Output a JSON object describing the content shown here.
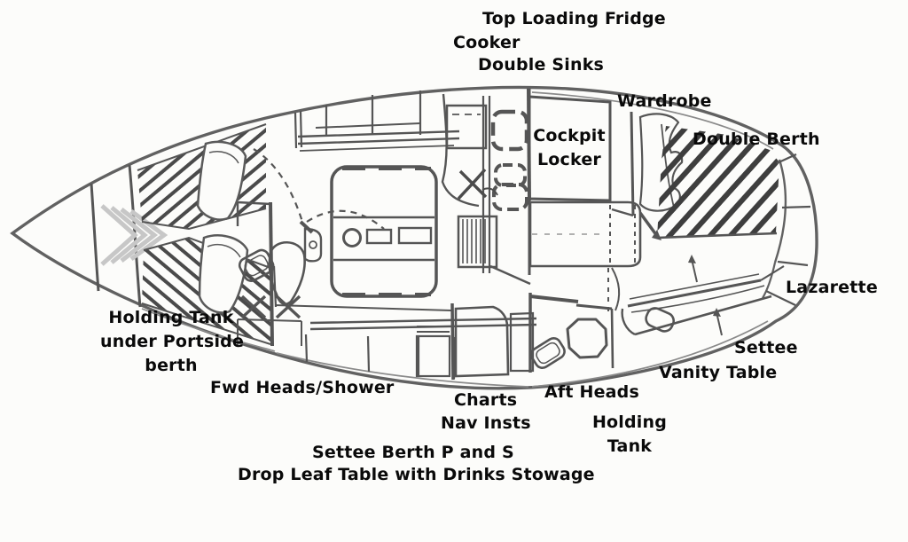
{
  "diagram": {
    "type": "boat-interior-floor-plan",
    "subject": "Sailboat accommodation layout, bow at left and stern at right"
  },
  "colors": {
    "background": "#fcfcfa",
    "line": "#5c5c5c",
    "line_dark": "#3e3e3e",
    "hatch_light": "#c7c7c7",
    "text": "#0a0a0a"
  },
  "labels": {
    "top_loading_fridge": "Top Loading Fridge",
    "cooker": "Cooker",
    "double_sinks": "Double Sinks",
    "wardrobe": "Wardrobe",
    "cockpit_locker_line1": "Cockpit",
    "cockpit_locker_line2": "Locker",
    "double_berth": "Double Berth",
    "lazarette": "Lazarette",
    "settee_aft": "Settee",
    "vanity_table": "Vanity Table",
    "aft_heads": "Aft Heads",
    "holding_tank_aft_line1": "Holding",
    "holding_tank_aft_line2": "Tank",
    "charts": "Charts",
    "nav_insts": "Nav Insts",
    "fwd_heads_shower": "Fwd Heads/Shower",
    "holding_tank_fwd_line1": "Holding Tank",
    "holding_tank_fwd_line2": "under Portside",
    "holding_tank_fwd_line3": "berth",
    "settee_berth": "Settee Berth P and S",
    "drop_leaf_table": "Drop Leaf Table with Drinks Stowage"
  }
}
